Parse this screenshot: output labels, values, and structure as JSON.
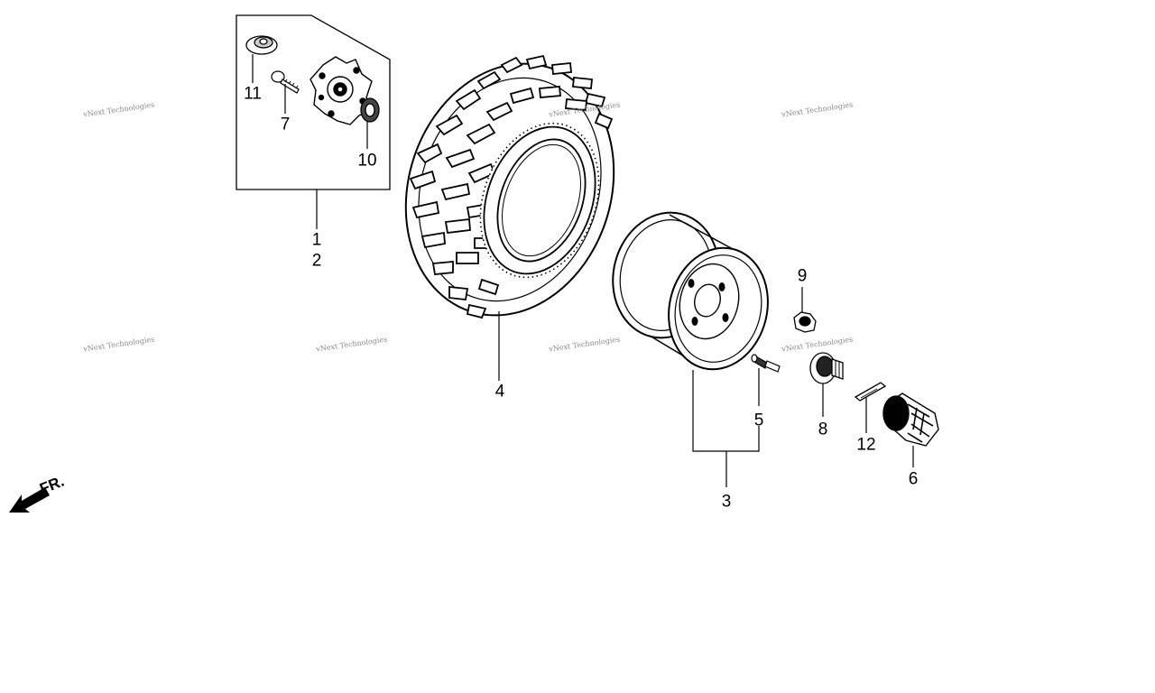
{
  "callouts": {
    "c1": "1",
    "c2": "2",
    "c3": "3",
    "c4": "4",
    "c5": "5",
    "c6": "6",
    "c7": "7",
    "c8": "8",
    "c9": "9",
    "c10": "10",
    "c11": "11",
    "c12": "12"
  },
  "front_indicator": "FR.",
  "watermark_text": "vNext Technologies",
  "colors": {
    "ink": "#000000",
    "paper": "#ffffff",
    "watermark": "#8a8a8a"
  }
}
